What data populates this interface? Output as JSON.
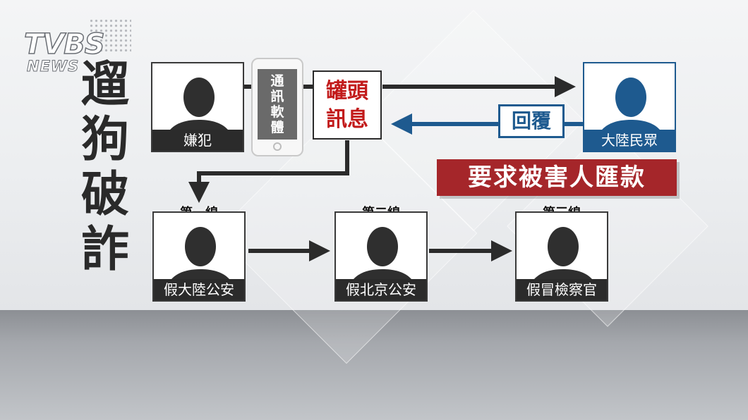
{
  "logo": {
    "main": "TVBS",
    "sub": "NEWS"
  },
  "title": [
    "遛",
    "狗",
    "破",
    "詐"
  ],
  "suspect": {
    "label": "嫌犯"
  },
  "phone": {
    "chars": [
      "通",
      "訊",
      "軟",
      "體"
    ]
  },
  "canned": {
    "lines": [
      "罐頭",
      "訊息"
    ]
  },
  "mainland_public": {
    "label": "大陸民眾"
  },
  "reply": {
    "label": "回覆"
  },
  "demand": {
    "label": "要求被害人匯款"
  },
  "lines": [
    {
      "tag": "第一線",
      "label": "假大陸公安"
    },
    {
      "tag": "第二線",
      "label": "假北京公安"
    },
    {
      "tag": "第三線",
      "label": "假冒檢察官"
    }
  ],
  "colors": {
    "red": "#c21a1a",
    "blue": "#1e5a8f",
    "dark": "#2b2b2b",
    "banner": "#a5262a"
  }
}
